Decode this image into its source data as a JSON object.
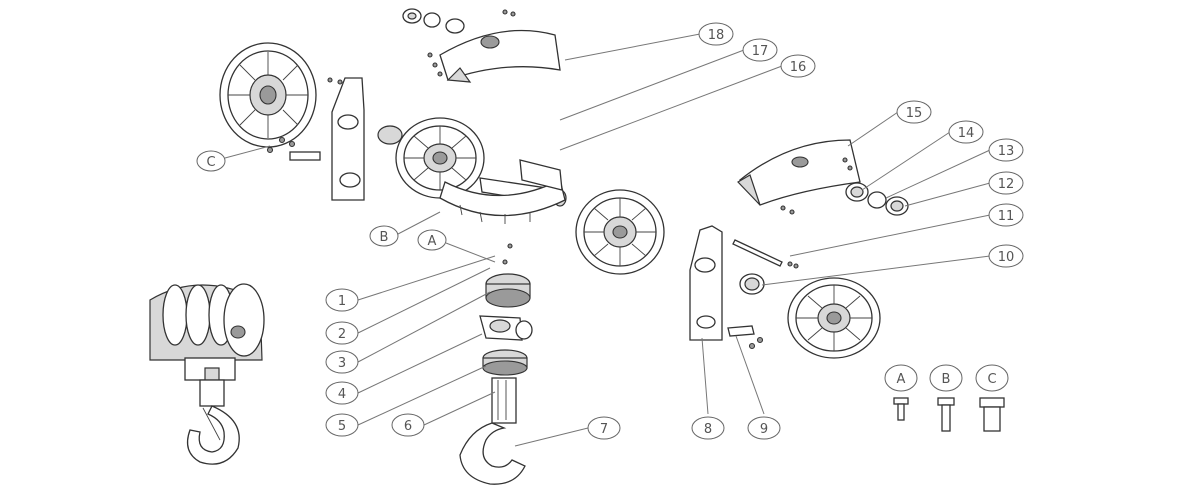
{
  "callouts": [
    {
      "id": "1",
      "label": "1"
    },
    {
      "id": "2",
      "label": "2"
    },
    {
      "id": "3",
      "label": "3"
    },
    {
      "id": "4",
      "label": "4"
    },
    {
      "id": "5",
      "label": "5"
    },
    {
      "id": "6",
      "label": "6"
    },
    {
      "id": "7",
      "label": "7"
    },
    {
      "id": "8",
      "label": "8"
    },
    {
      "id": "9",
      "label": "9"
    },
    {
      "id": "10",
      "label": "10"
    },
    {
      "id": "11",
      "label": "11"
    },
    {
      "id": "12",
      "label": "12"
    },
    {
      "id": "13",
      "label": "13"
    },
    {
      "id": "14",
      "label": "14"
    },
    {
      "id": "15",
      "label": "15"
    },
    {
      "id": "16",
      "label": "16"
    },
    {
      "id": "17",
      "label": "17"
    },
    {
      "id": "18",
      "label": "18"
    }
  ],
  "bolt_refs": [
    {
      "id": "A",
      "label": "A"
    },
    {
      "id": "B",
      "label": "B"
    },
    {
      "id": "C",
      "label": "C"
    }
  ],
  "legend": [
    {
      "id": "A",
      "label": "A"
    },
    {
      "id": "B",
      "label": "B"
    },
    {
      "id": "C",
      "label": "C"
    }
  ]
}
